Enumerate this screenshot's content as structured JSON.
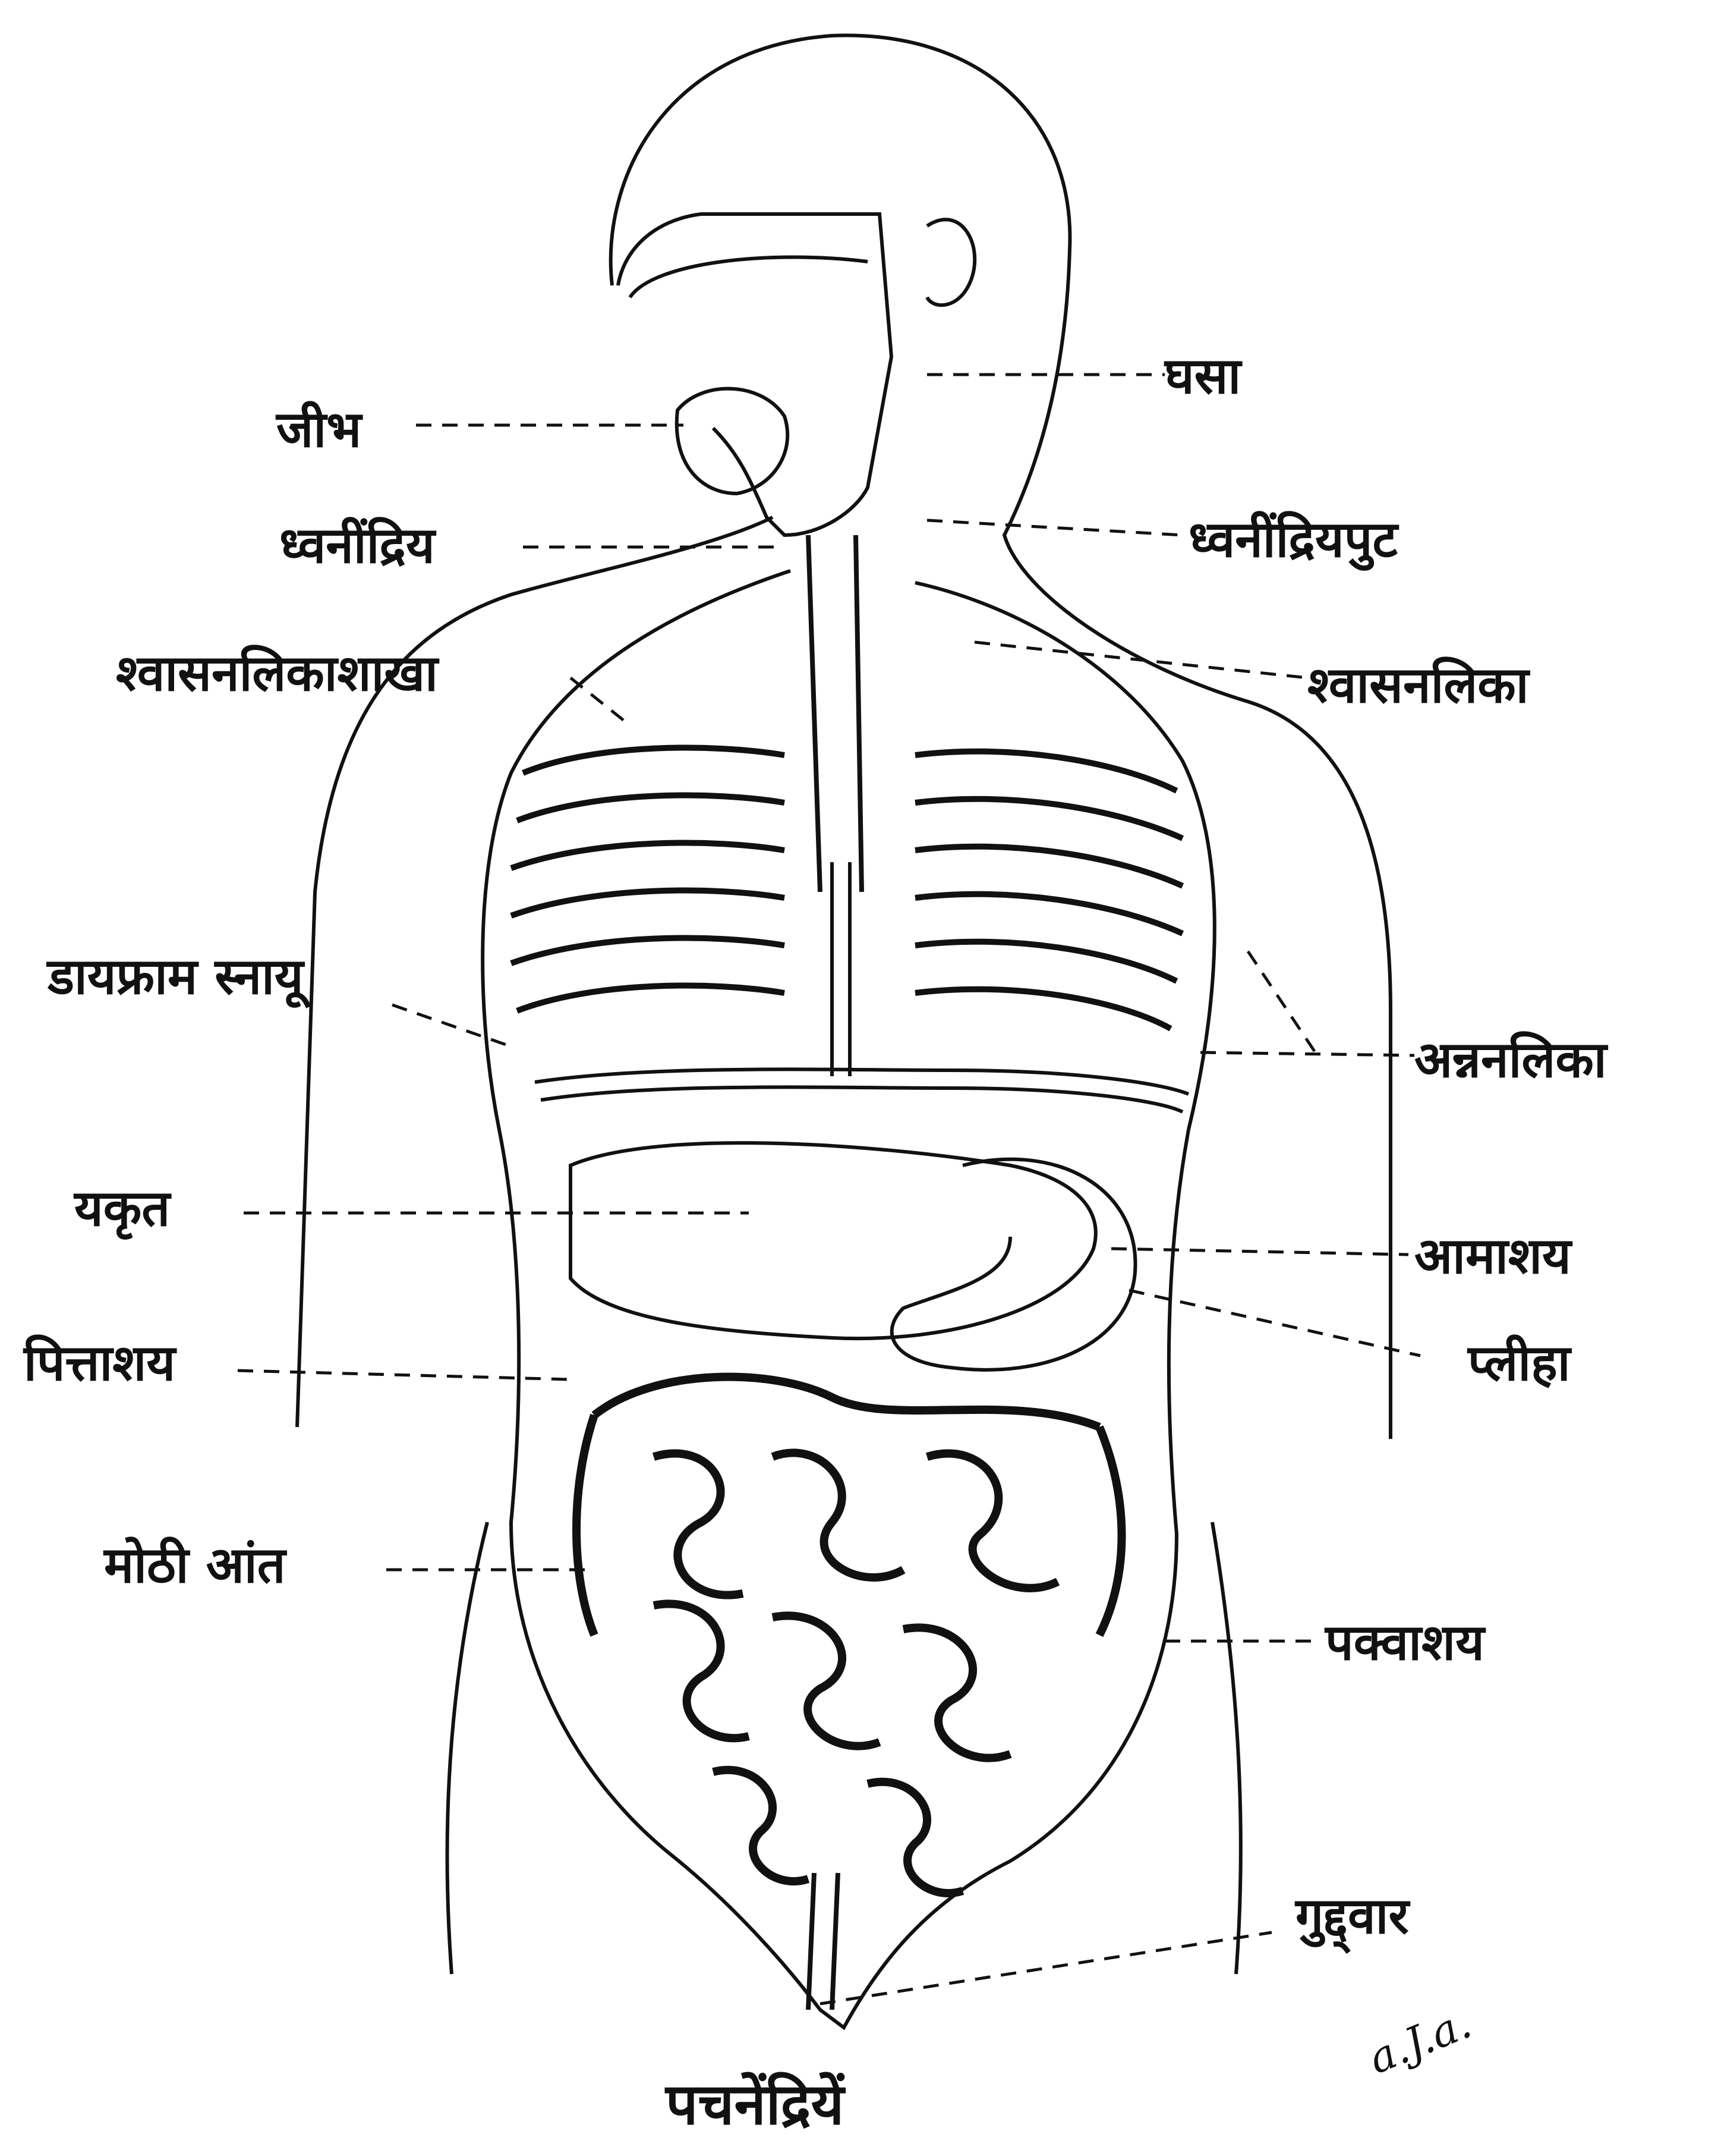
{
  "labels": {
    "tongue": "जीभ",
    "voice_organ": "ध्वनींद्रिय",
    "bronchi": "श्वासनलिकाशाखा",
    "diaphragm": "डायफ्राम स्नायू",
    "liver": "यकृत",
    "gallbladder": "पित्ताशय",
    "large_intestine": "मोठी आंत",
    "throat": "घसा",
    "larynx_cover": "ध्वनींद्रियपुट",
    "trachea": "श्वासनलिका",
    "esophagus": "अन्ननलिका",
    "stomach": "आमाशय",
    "spleen": "प्लीहा",
    "duodenum": "पक्वाशय",
    "anus": "गुद्द्वार"
  },
  "caption": "पचनेंद्रियें",
  "signature": "a.J.a.",
  "colors": {
    "ink": "#111111",
    "paper": "#ffffff"
  }
}
